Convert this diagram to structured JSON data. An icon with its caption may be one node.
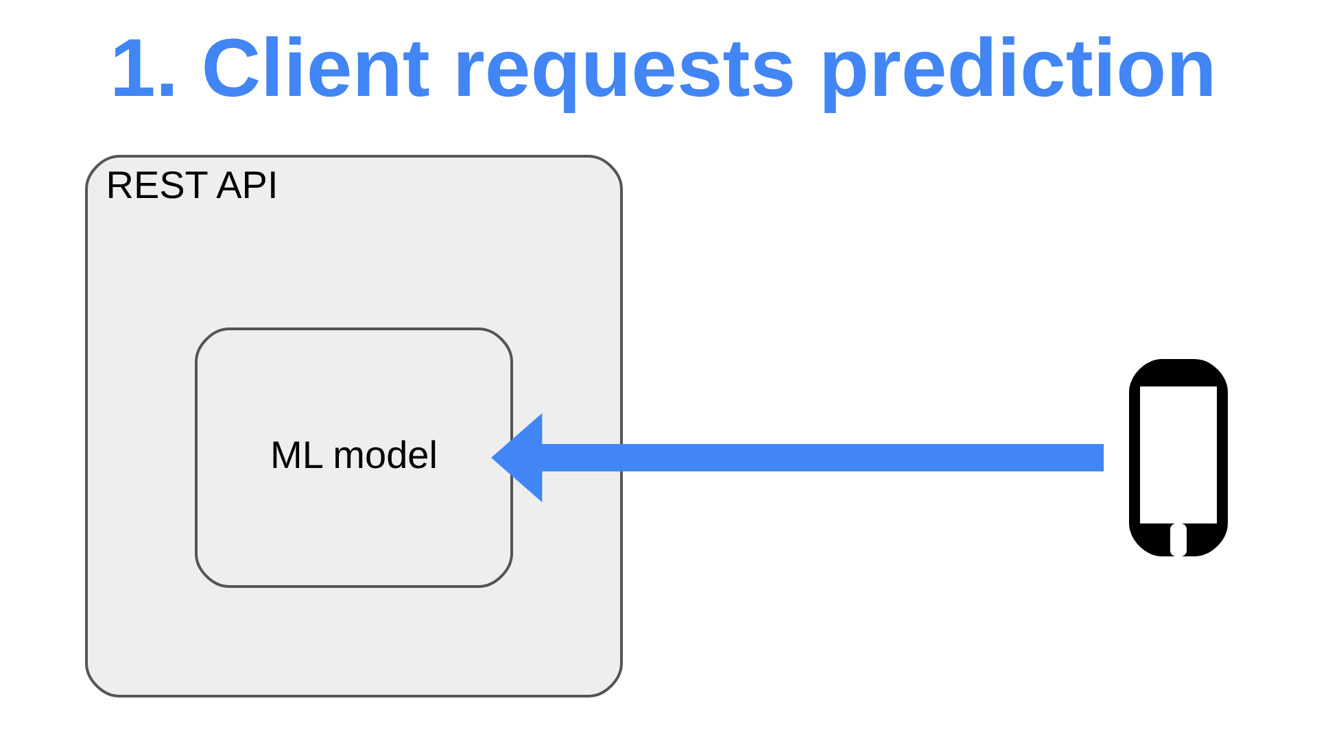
{
  "diagram": {
    "title": "1. Client requests prediction",
    "nodes": [
      {
        "text": [
          "REST API"
        ]
      },
      {
        "text": [
          "ML model"
        ],
        "in": 0
      },
      {
        "text": [],
        "shape": "picture"
      }
    ],
    "edges": [
      {
        "from": 2,
        "to": 1,
        "arrow": "to",
        "color": "#4285f4"
      }
    ]
  }
}
